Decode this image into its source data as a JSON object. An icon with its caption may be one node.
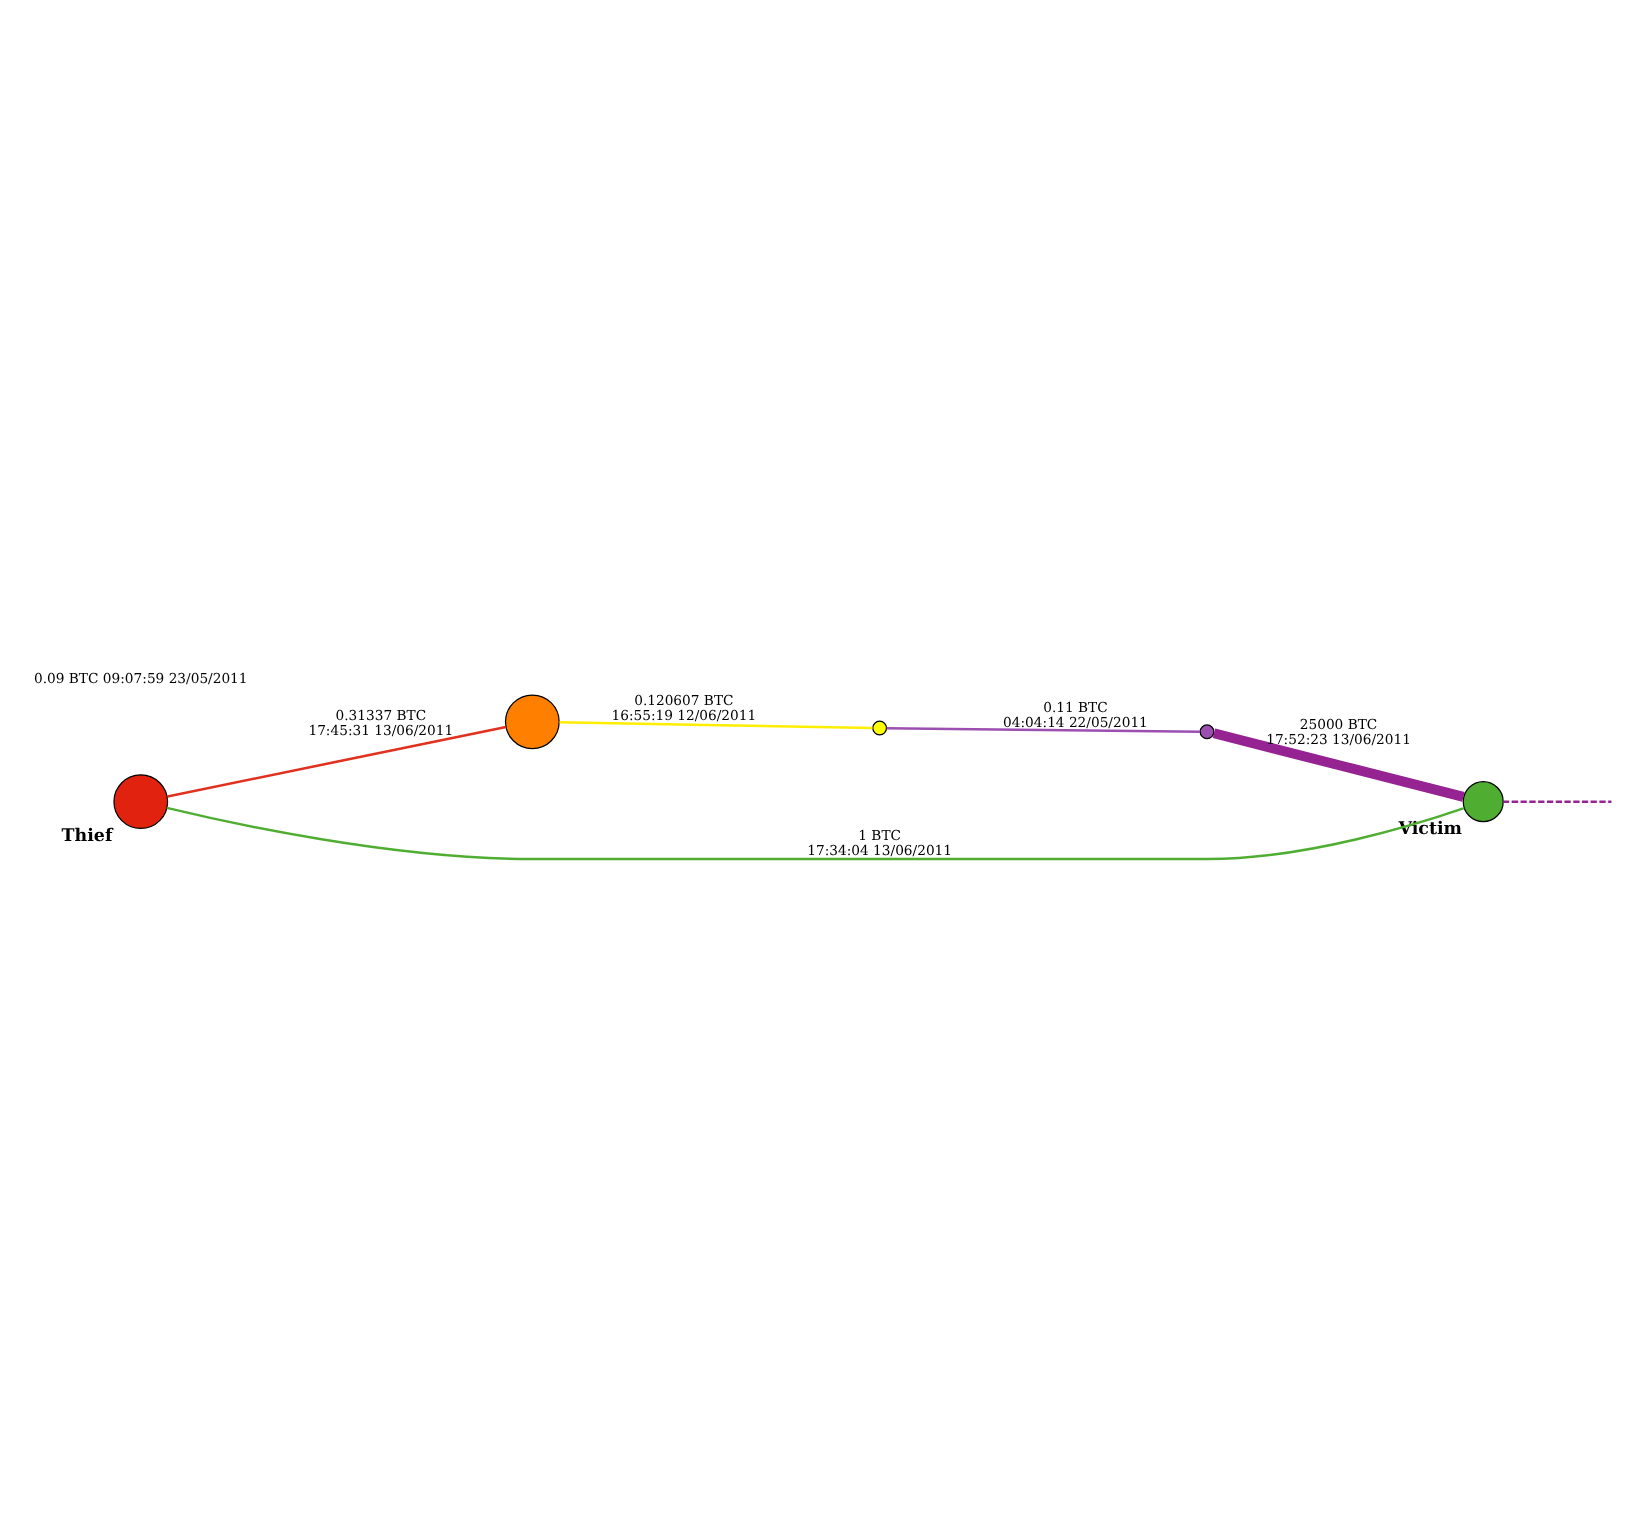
{
  "diagram": {
    "nodes": [
      {
        "text": [
          "Thief"
        ]
      },
      {
        "text": [],
        "shape": "circle"
      },
      {
        "text": [],
        "shape": "circle"
      },
      {
        "text": [],
        "shape": "circle"
      },
      {
        "text": [
          "Victim"
        ]
      }
    ],
    "edges": [
      {
        "from": 0,
        "to": 1,
        "arrow": "none",
        "label": "0.31337 BTC 17:45:31 13/06/2011",
        "color": "#e0301e"
      },
      {
        "from": 1,
        "to": 2,
        "arrow": "none",
        "label": "0.120607 BTC 16:55:19 12/06/2011",
        "color": "#ffee00"
      },
      {
        "from": 2,
        "to": 3,
        "arrow": "none",
        "label": "0.11 BTC 04:04:14 22/05/2011",
        "color": "#9b4fb0"
      },
      {
        "from": 3,
        "to": 4,
        "arrow": "none",
        "label": "25000 BTC 17:52:23 13/06/2011",
        "style": "thick",
        "color": "#952391"
      },
      {
        "from": 0,
        "to": 4,
        "arrow": "none",
        "label": "1 BTC 17:34:04 13/06/2011",
        "color": "#4fae32"
      },
      {
        "from": 4,
        "to": null,
        "arrow": "none",
        "style": "dashed",
        "color": "#952391"
      }
    ],
    "labels": [
      "0.09 BTC 09:07:59 23/05/2011"
    ]
  }
}
